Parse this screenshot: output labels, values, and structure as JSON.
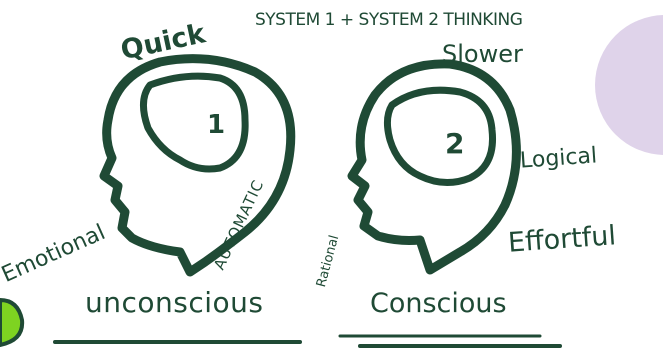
{
  "title": "SYSTEM 1 + SYSTEM 2 THINKING",
  "left_head": {
    "top_label": "Quick",
    "number": "1",
    "mouth_label": "Emotional",
    "neck_label": "AUTOMATIC",
    "bottom_label": "unconscious"
  },
  "right_head": {
    "top_label": "Slower",
    "number": "2",
    "mouth_label": "Rational",
    "side_labels": [
      "Logical",
      "Effortful"
    ],
    "bottom_label": "Conscious"
  },
  "colors": {
    "ink": "#1f4a35",
    "accent_green": "#7ed321",
    "purple_blob": "#d9cbe6"
  }
}
